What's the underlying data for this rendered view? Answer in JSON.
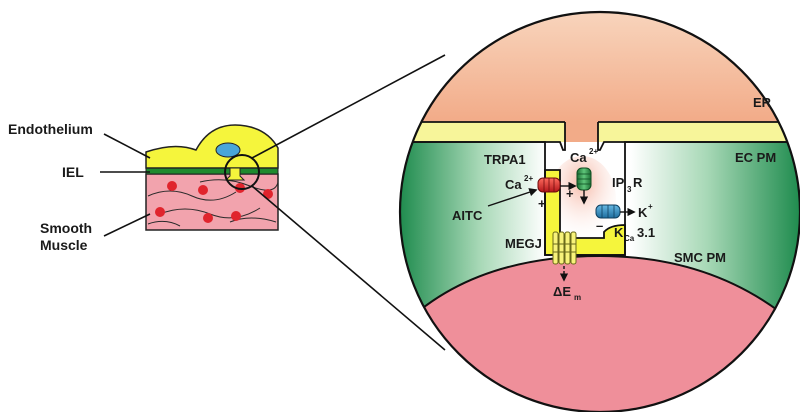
{
  "labels": {
    "endothelium": "Endothelium",
    "iel": "IEL",
    "smooth_muscle_line1": "Smooth",
    "smooth_muscle_line2": "Muscle",
    "er": "ER",
    "ec_pm": "EC PM",
    "trpa1": "TRPA1",
    "ca_left": "Ca",
    "ca_left_sup": "2+",
    "ca_top": "Ca",
    "ca_top_sup": "2+",
    "ip3r_ip": "IP",
    "ip3r_sub": "3",
    "ip3r_r": "R",
    "k_plus": "K",
    "k_plus_sup": "+",
    "aitc": "AITC",
    "plus_left": "+",
    "plus_center": "+",
    "minus": "–",
    "kca_k": "K",
    "kca_sub": "Ca",
    "kca_rest": "3.1",
    "megj": "MEGJ",
    "smc_pm": "SMC PM",
    "delta_e": "ΔE",
    "delta_e_sub": "m"
  },
  "colors": {
    "endothelium_yellow": "#f5f53c",
    "iel_green": "#1f8a2e",
    "muscle_pink": "#f2a3ad",
    "rbc_red": "#e0242d",
    "nucleus_blue": "#4aa6d8",
    "er_peach": "#f4b392",
    "cytosol_green": "#1f8f4e",
    "smc_pink": "#ef8f9a",
    "trpa1_red": "#d42a2a",
    "ip3r_green": "#2e9a48",
    "kca_blue": "#2c86b8"
  },
  "icons": {
    "trpa1": "trpa1-channel-icon",
    "ip3r": "ip3r-channel-icon",
    "kca": "kca-channel-icon",
    "megj": "gap-junction-icon"
  }
}
